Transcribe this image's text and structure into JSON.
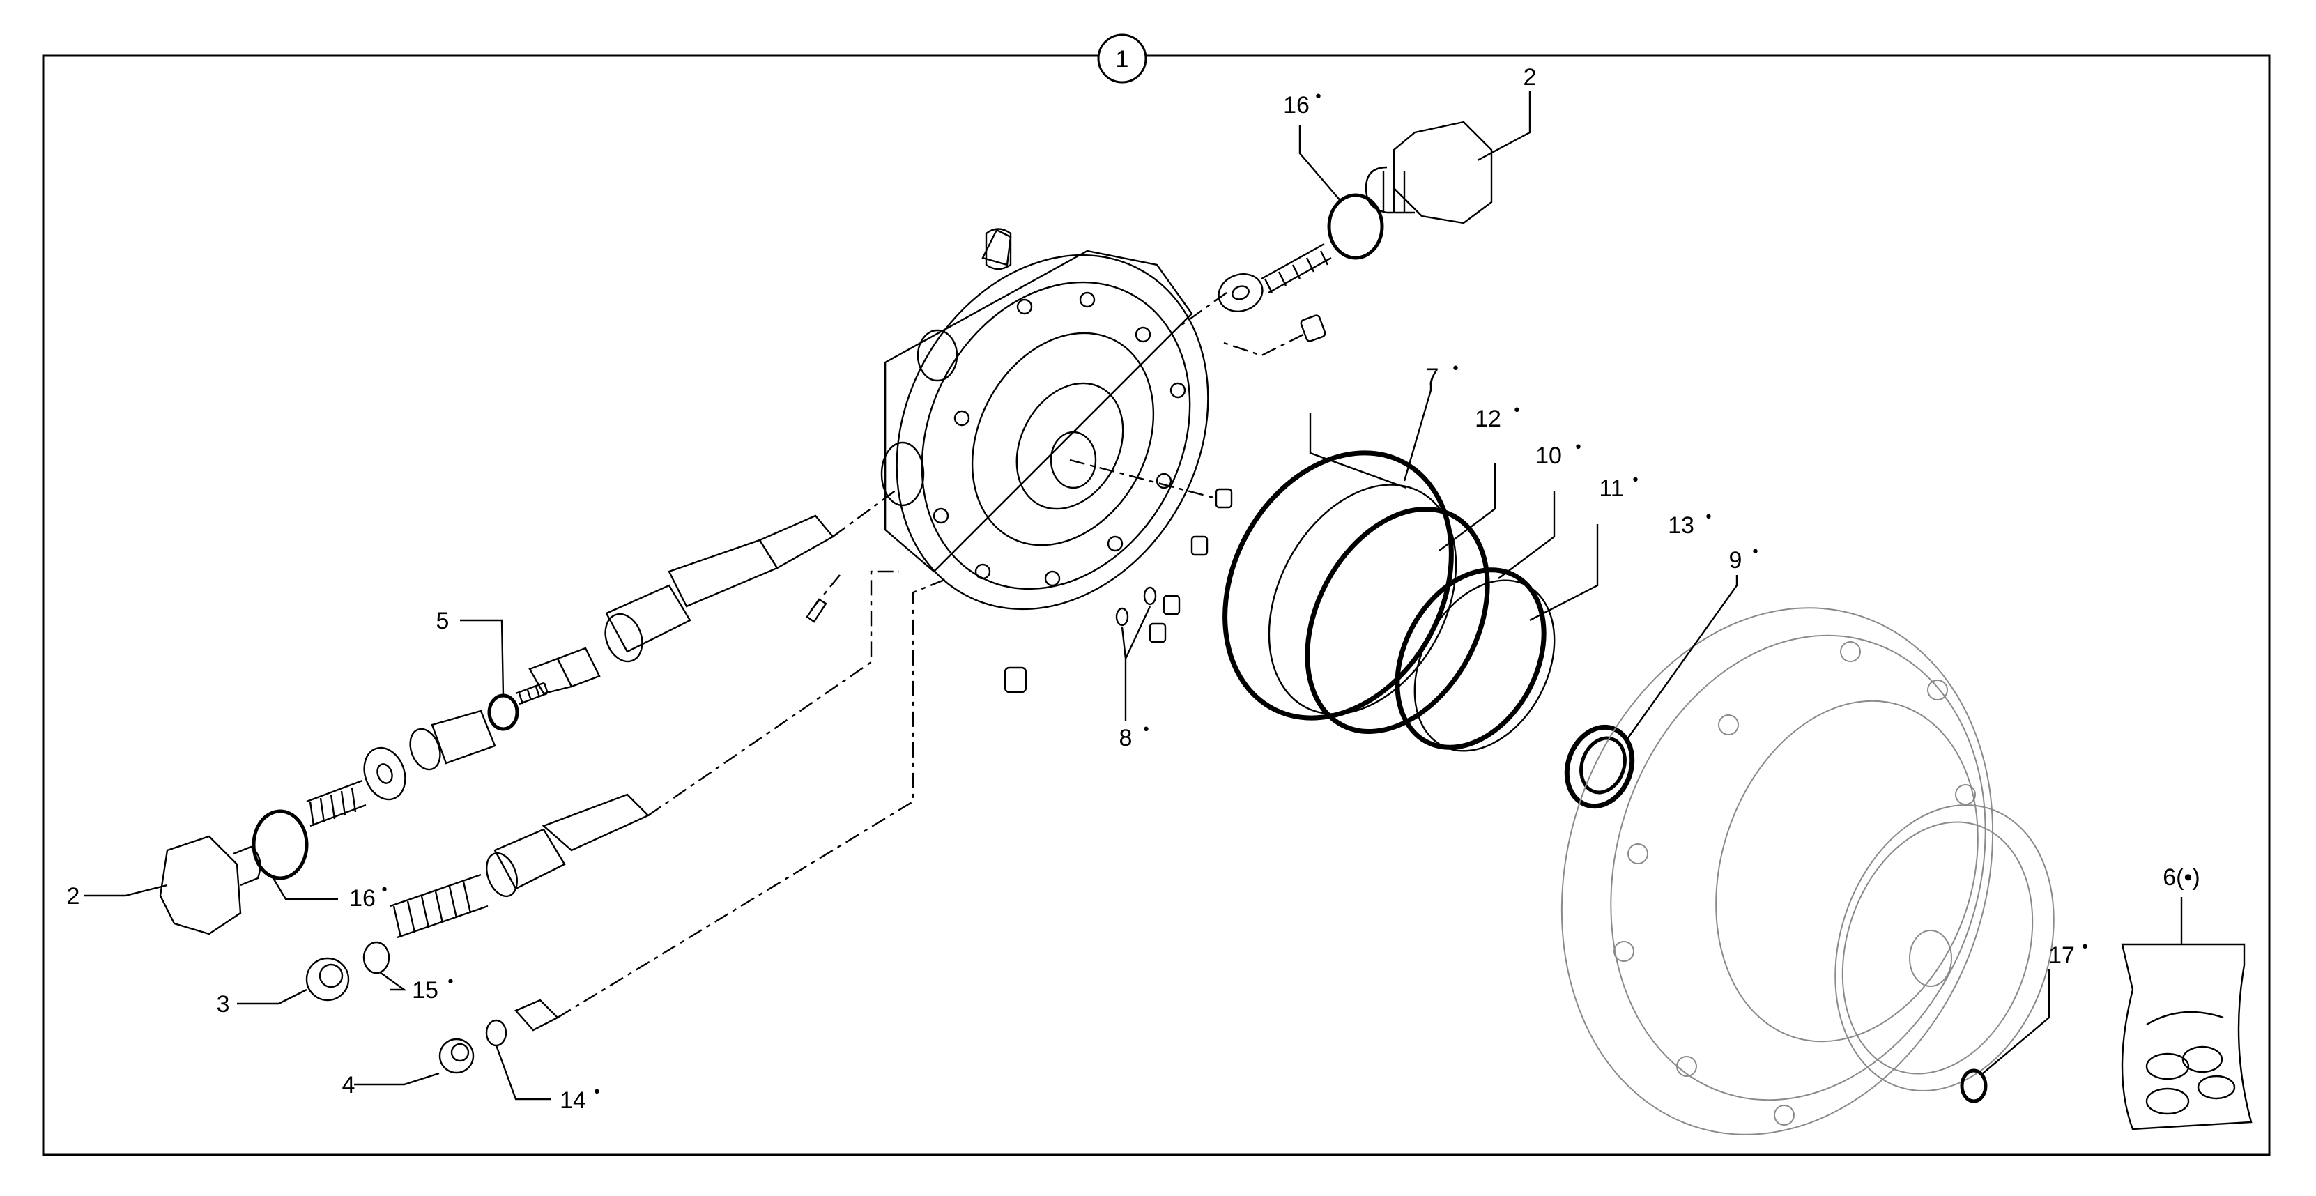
{
  "diagram": {
    "assembly_number": "1",
    "callouts": [
      {
        "id": "c2a",
        "text": "2",
        "mark": ""
      },
      {
        "id": "c2b",
        "text": "2",
        "mark": ""
      },
      {
        "id": "c3",
        "text": "3",
        "mark": ""
      },
      {
        "id": "c4",
        "text": "4",
        "mark": ""
      },
      {
        "id": "c5",
        "text": "5",
        "mark": ""
      },
      {
        "id": "c6",
        "text": "6(•)",
        "mark": ""
      },
      {
        "id": "c7",
        "text": "7",
        "mark": "•"
      },
      {
        "id": "c8",
        "text": "8",
        "mark": "•"
      },
      {
        "id": "c9",
        "text": "9",
        "mark": "•"
      },
      {
        "id": "c10",
        "text": "10",
        "mark": "•"
      },
      {
        "id": "c11",
        "text": "11",
        "mark": "•"
      },
      {
        "id": "c12",
        "text": "12",
        "mark": "•"
      },
      {
        "id": "c13",
        "text": "13",
        "mark": "•"
      },
      {
        "id": "c14",
        "text": "14",
        "mark": "•"
      },
      {
        "id": "c15",
        "text": "15",
        "mark": "•"
      },
      {
        "id": "c16a",
        "text": "16",
        "mark": "•"
      },
      {
        "id": "c16b",
        "text": "16",
        "mark": "•"
      },
      {
        "id": "c17",
        "text": "17",
        "mark": "•"
      }
    ]
  }
}
